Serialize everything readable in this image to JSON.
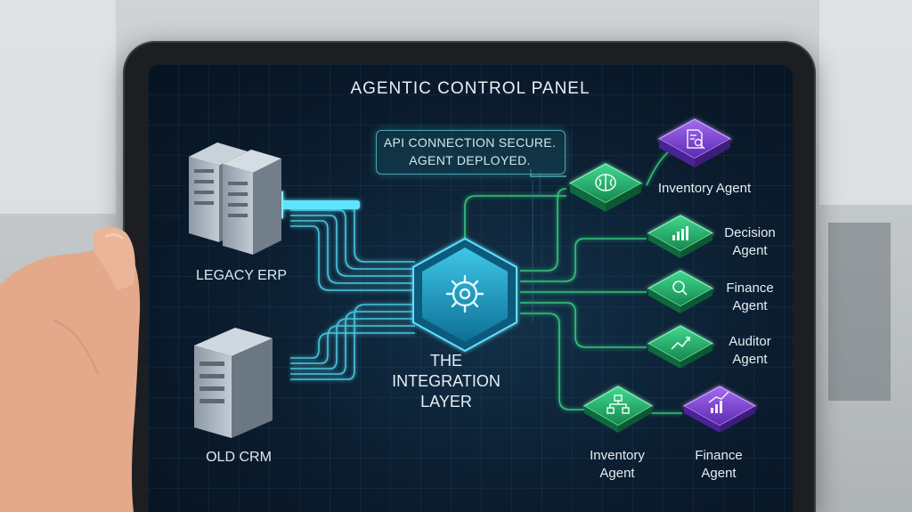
{
  "panel": {
    "title": "AGENTIC CONTROL PANEL",
    "status_message": "API CONNECTION SECURE.\nAGENT DEPLOYED.",
    "hub_label": "THE\nINTEGRATION\nLAYER"
  },
  "legacy_systems": [
    {
      "label": "LEGACY ERP",
      "icon": "server-rack-icon"
    },
    {
      "label": "OLD CRM",
      "icon": "server-box-icon"
    }
  ],
  "agents": [
    {
      "label": "Inventory Agent",
      "icon": "brain-icon",
      "color": "#27c07a"
    },
    {
      "label": "Decision\nAgent",
      "icon": "chart-icon",
      "color": "#27c07a"
    },
    {
      "label": "Finance\nAgent",
      "icon": "magnifier-icon",
      "color": "#27c07a"
    },
    {
      "label": "Auditor\nAgent",
      "icon": "chart-icon",
      "color": "#27c07a"
    },
    {
      "label": "Inventory\nAgent",
      "icon": "org-chart-icon",
      "color": "#27c07a"
    },
    {
      "label": "Finance\nAgent",
      "icon": "growth-chart-icon",
      "color": "#8a4fe0"
    },
    {
      "label": "",
      "icon": "document-search-icon",
      "color": "#8a4fe0"
    }
  ],
  "colors": {
    "accent_cyan": "#3fd6f0",
    "agent_green": "#27c07a",
    "agent_purple": "#8a4fe0",
    "screen_bg": "#0b1c2e"
  }
}
